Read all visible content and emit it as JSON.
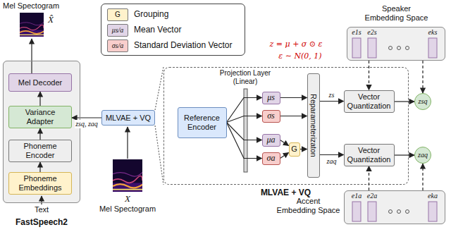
{
  "diagram": {
    "nodes": [
      {
        "text": [
          "FastSpeech2"
        ]
      },
      {
        "text": [
          "Phoneme Embeddings"
        ],
        "in": 0
      },
      {
        "text": [
          "Phoneme Encoder"
        ],
        "in": 0
      },
      {
        "text": [
          "Variance Adapter"
        ],
        "in": 0
      },
      {
        "text": [
          "Mel Decoder"
        ],
        "in": 0
      },
      {
        "text": [
          "MLVAE + VQ"
        ]
      },
      {
        "text": [
          "MLVAE + VQ"
        ]
      },
      {
        "text": [
          "Reference Encoder"
        ],
        "in": 6
      },
      {
        "text": [
          "μs"
        ],
        "in": 6
      },
      {
        "text": [
          "σs"
        ],
        "in": 6
      },
      {
        "text": [
          "μa"
        ],
        "in": 6
      },
      {
        "text": [
          "σa"
        ],
        "in": 6
      },
      {
        "text": [
          "G"
        ],
        "in": 6
      },
      {
        "text": [
          "Reparameterizaton"
        ],
        "in": 6
      },
      {
        "text": [
          "Vector Quantization"
        ],
        "in": 6
      },
      {
        "text": [
          "Vector Quantization"
        ],
        "in": 6
      },
      {
        "text": [
          "zsq"
        ]
      },
      {
        "text": [
          "zaq"
        ]
      },
      {
        "text": [
          "Speaker Embedding Space"
        ]
      },
      {
        "text": [
          "Accent Embedding Space"
        ]
      }
    ],
    "edges": [
      {
        "from": 1,
        "to": 2,
        "arrow": "to"
      },
      {
        "from": 2,
        "to": 3,
        "arrow": "to"
      },
      {
        "from": 3,
        "to": 4,
        "arrow": "to"
      },
      {
        "from": 5,
        "to": 3,
        "arrow": "to",
        "label": "zsq, zaq"
      },
      {
        "from": 5,
        "to": 6,
        "arrow": "none"
      },
      {
        "from": 5,
        "to": 6,
        "arrow": "none"
      },
      {
        "from": 7,
        "to": 8,
        "arrow": "to"
      },
      {
        "from": 7,
        "to": 9,
        "arrow": "to"
      },
      {
        "from": 7,
        "to": 10,
        "arrow": "to"
      },
      {
        "from": 7,
        "to": 11,
        "arrow": "to"
      },
      {
        "from": 10,
        "to": 12,
        "arrow": "to"
      },
      {
        "from": 11,
        "to": 12,
        "arrow": "to"
      },
      {
        "from": 8,
        "to": 13,
        "arrow": "to"
      },
      {
        "from": 9,
        "to": 13,
        "arrow": "to"
      },
      {
        "from": 12,
        "to": 13,
        "arrow": "to"
      },
      {
        "from": 13,
        "to": 14,
        "arrow": "to",
        "label": "zs"
      },
      {
        "from": 13,
        "to": 15,
        "arrow": "to",
        "label": "zaq"
      },
      {
        "from": 14,
        "to": 16,
        "arrow": "to"
      },
      {
        "from": 15,
        "to": 17,
        "arrow": "to"
      },
      {
        "from": 18,
        "to": 14,
        "arrow": "to"
      },
      {
        "from": 19,
        "to": 15,
        "arrow": "to"
      },
      {
        "from": 18,
        "to": 16,
        "arrow": "to"
      },
      {
        "from": 19,
        "to": 17,
        "arrow": "to"
      }
    ],
    "labels": [
      "Mel Spectogram",
      "X̂",
      "Text",
      "X",
      "Mel Spectogram",
      "G",
      "μs/a",
      "σs/a",
      "Projection Layer (Linear)",
      "z = μ + σ ⊙ ε",
      "ε ∼ N(0, 1)",
      "e1s",
      "e2s",
      "eks",
      "e1a",
      "e2a",
      "eka"
    ],
    "legend": [
      {
        "text": "Grouping",
        "color": "#fff2cc"
      },
      {
        "text": "Mean Vector",
        "color": "#e1d5e7"
      },
      {
        "text": "Standard Deviation Vector",
        "color": "#f8cecc"
      }
    ]
  }
}
